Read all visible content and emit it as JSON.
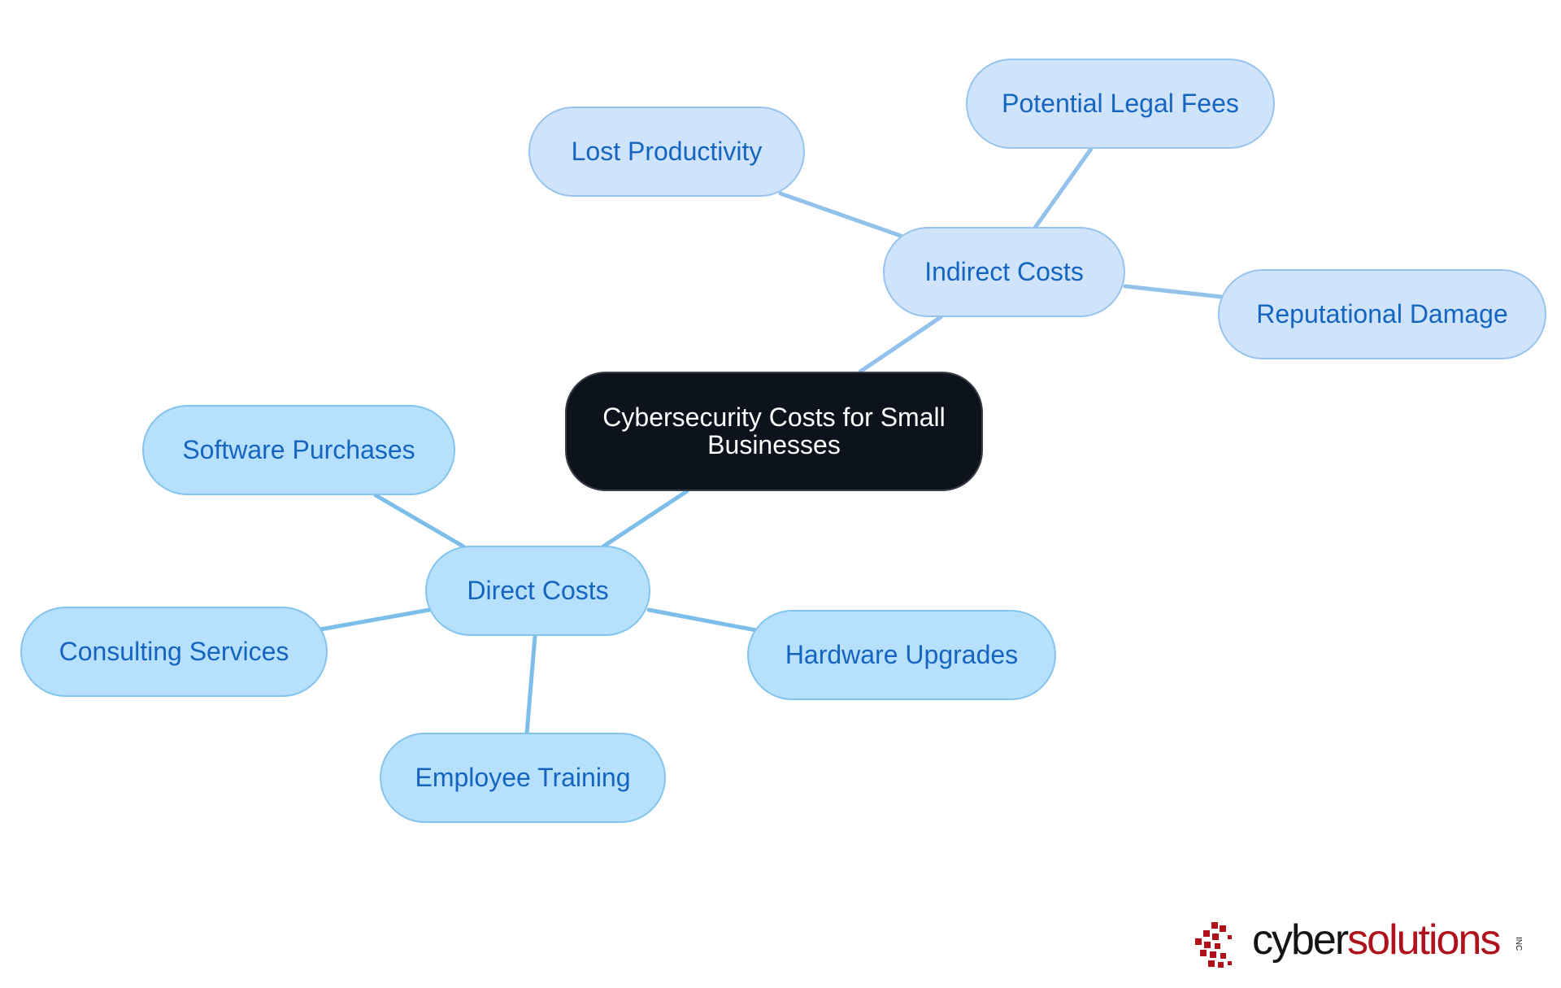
{
  "diagram": {
    "root": {
      "label": "Cybersecurity Costs for Small Businesses"
    },
    "branches": [
      {
        "label": "Direct Costs",
        "children": [
          {
            "label": "Software Purchases"
          },
          {
            "label": "Consulting Services"
          },
          {
            "label": "Employee Training"
          },
          {
            "label": "Hardware Upgrades"
          }
        ]
      },
      {
        "label": "Indirect Costs",
        "children": [
          {
            "label": "Lost Productivity"
          },
          {
            "label": "Potential Legal Fees"
          },
          {
            "label": "Reputational Damage"
          }
        ]
      }
    ]
  },
  "logo": {
    "cyber": "cyber",
    "solutions": "solutions",
    "inc": "INC"
  },
  "colors": {
    "root_fill": "#0d131c",
    "direct_fill": "#b7e0fd",
    "indirect_fill": "#cfe3fb",
    "node_text": "#1565c0",
    "direct_edge": "#7cbde9",
    "indirect_edge": "#92c2ec",
    "logo_red": "#b0121b"
  }
}
